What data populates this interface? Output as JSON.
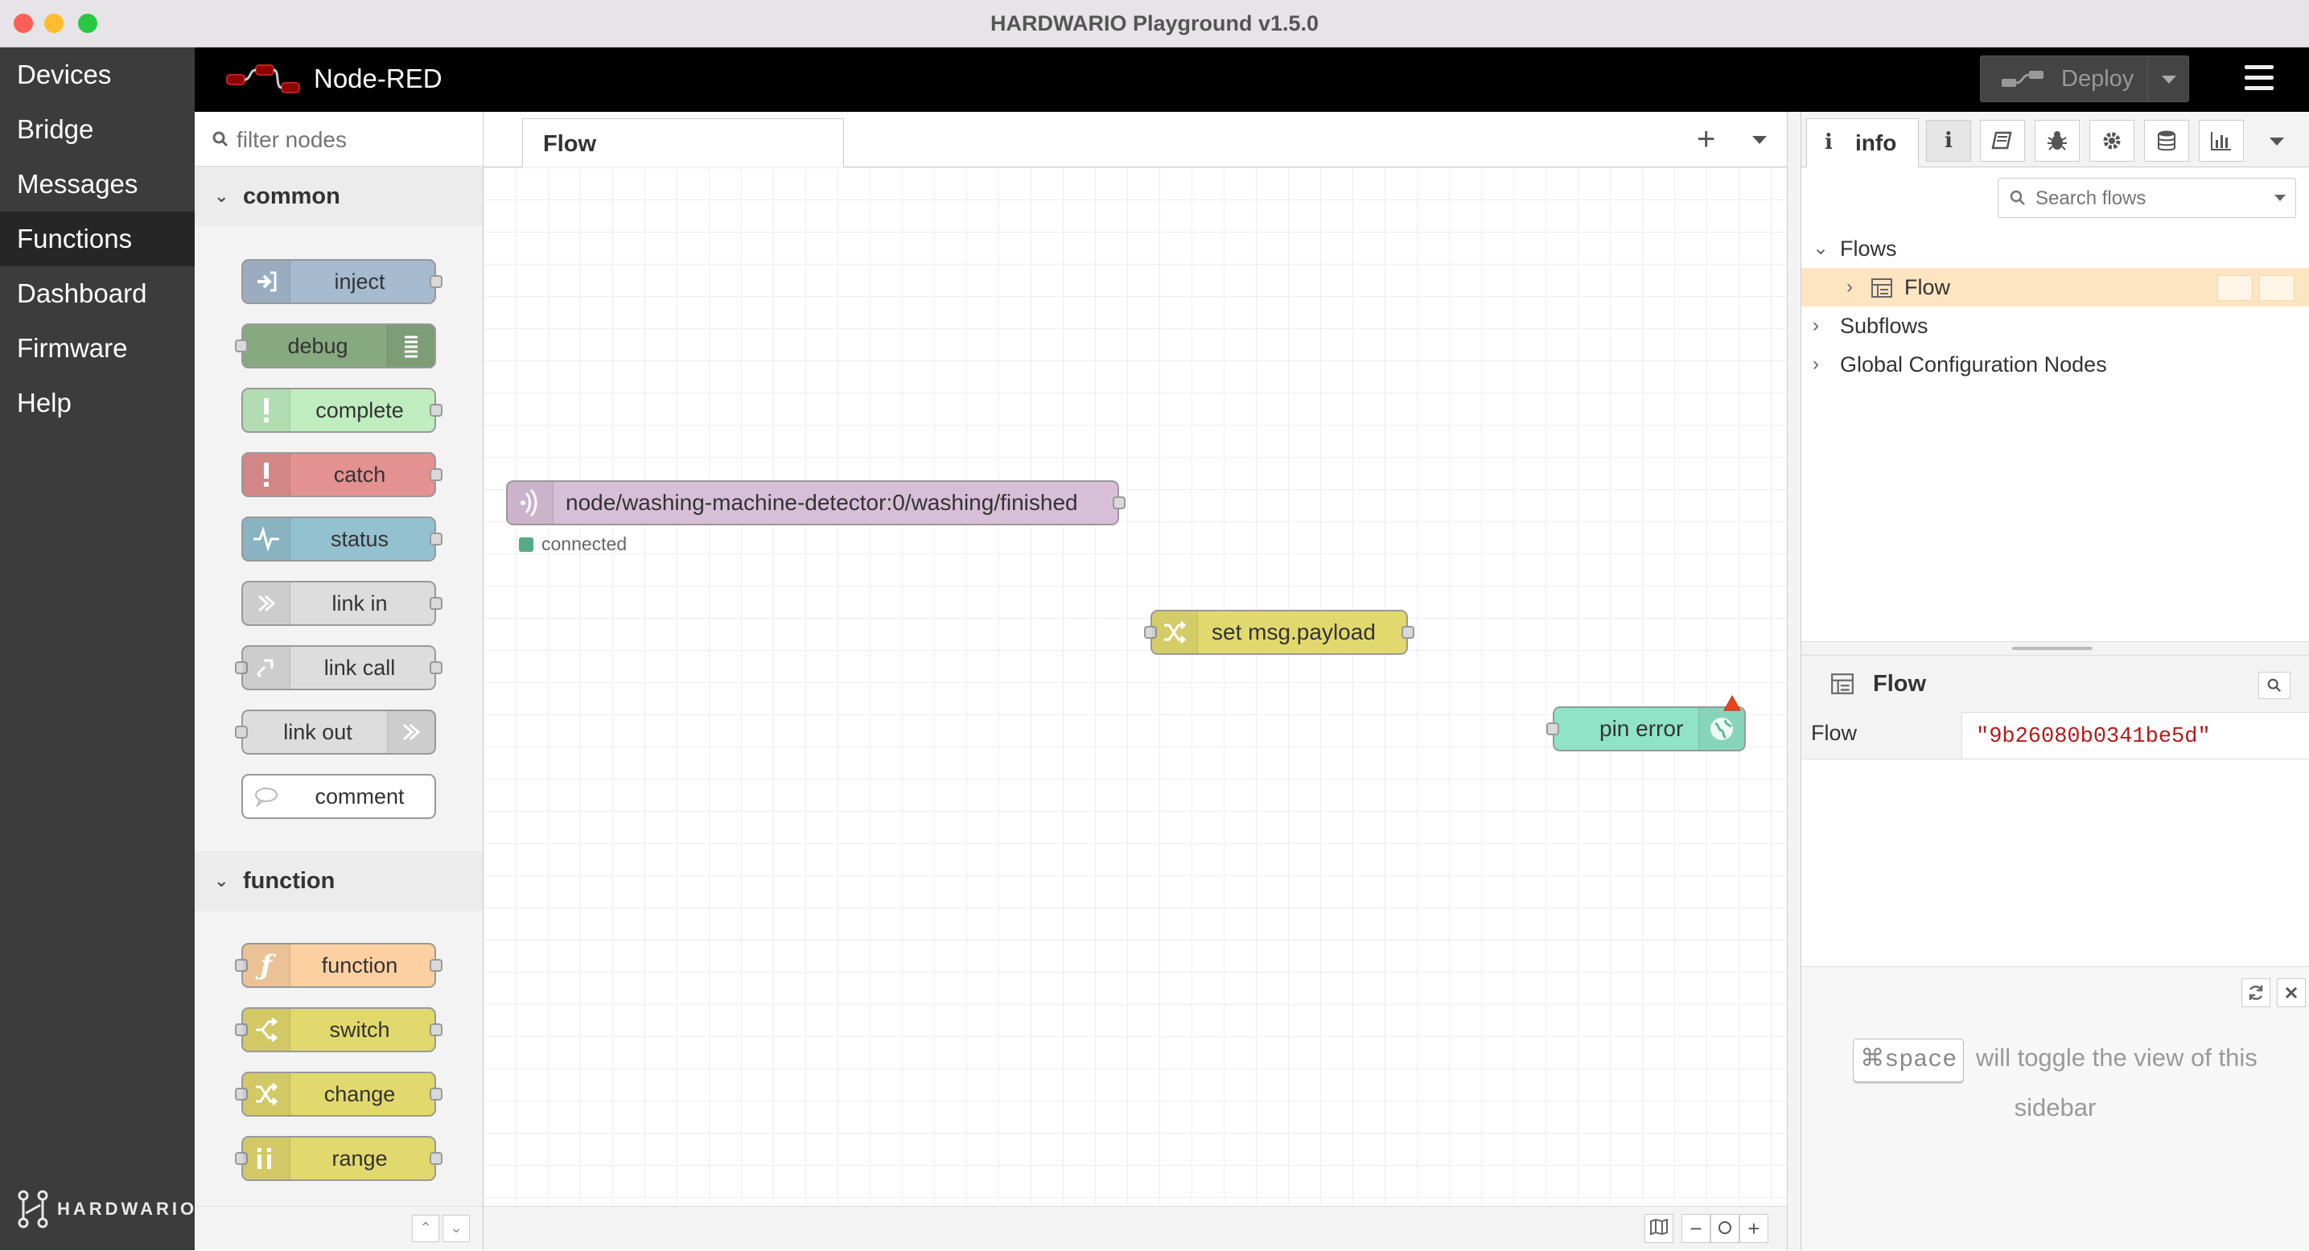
{
  "window": {
    "title": "HARDWARIO Playground v1.5.0"
  },
  "app_nav": {
    "items": [
      {
        "label": "Devices"
      },
      {
        "label": "Bridge"
      },
      {
        "label": "Messages"
      },
      {
        "label": "Functions",
        "active": true
      },
      {
        "label": "Dashboard"
      },
      {
        "label": "Firmware"
      },
      {
        "label": "Help"
      }
    ],
    "brand": "HARDWARIO"
  },
  "header": {
    "logo_text": "Node-RED",
    "deploy_label": "Deploy",
    "menu_icon": "hamburger-icon"
  },
  "palette": {
    "search_placeholder": "filter nodes",
    "categories": [
      {
        "label": "common",
        "nodes": [
          {
            "label": "inject",
            "color": "#a6bbcf",
            "icon": "inject-icon"
          },
          {
            "label": "debug",
            "color": "#87a980",
            "icon": "debug-list-icon"
          },
          {
            "label": "complete",
            "color": "#c0edc0",
            "icon": "exclamation-icon"
          },
          {
            "label": "catch",
            "color": "#e49191",
            "icon": "exclamation-icon"
          },
          {
            "label": "status",
            "color": "#94c1d0",
            "icon": "status-pulse-icon"
          },
          {
            "label": "link in",
            "color": "#dddddd",
            "icon": "link-in-icon"
          },
          {
            "label": "link call",
            "color": "#dddddd",
            "icon": "link-call-icon"
          },
          {
            "label": "link out",
            "color": "#dddddd",
            "icon": "link-out-icon"
          },
          {
            "label": "comment",
            "color": "#ffffff",
            "icon": "comment-icon"
          }
        ]
      },
      {
        "label": "function",
        "nodes": [
          {
            "label": "function",
            "color": "#fdd0a2",
            "icon": "function-icon"
          },
          {
            "label": "switch",
            "color": "#e2d96e",
            "icon": "switch-icon"
          },
          {
            "label": "change",
            "color": "#e2d96e",
            "icon": "shuffle-icon"
          },
          {
            "label": "range",
            "color": "#e2d96e",
            "icon": "range-icon"
          }
        ]
      }
    ]
  },
  "workspace": {
    "tab_label": "Flow",
    "nodes": [
      {
        "label": "node/washing-machine-detector:0/washing/finished",
        "color": "#d8bfd8",
        "icon": "mqtt-icon",
        "status": "connected",
        "status_color": "#5a8"
      },
      {
        "label": "set msg.payload",
        "color": "#e2d96e",
        "icon": "shuffle-icon"
      },
      {
        "label": "pin error",
        "color": "#8fe3c6",
        "icon": "globe-icon"
      }
    ]
  },
  "sidebar": {
    "active_tab": "info",
    "tab_icons": [
      "info-icon",
      "book-icon",
      "bug-icon",
      "gear-icon",
      "database-icon",
      "chart-icon"
    ],
    "search_placeholder": "Search flows",
    "tree": {
      "flows_label": "Flows",
      "flow_item": "Flow",
      "subflows_label": "Subflows",
      "global_config_label": "Global Configuration Nodes"
    },
    "details": {
      "title": "Flow",
      "prop_key": "Flow",
      "prop_value": "\"9b26080b0341be5d\""
    },
    "help": {
      "key": "⌘space",
      "text": "will toggle the view of this sidebar"
    }
  }
}
